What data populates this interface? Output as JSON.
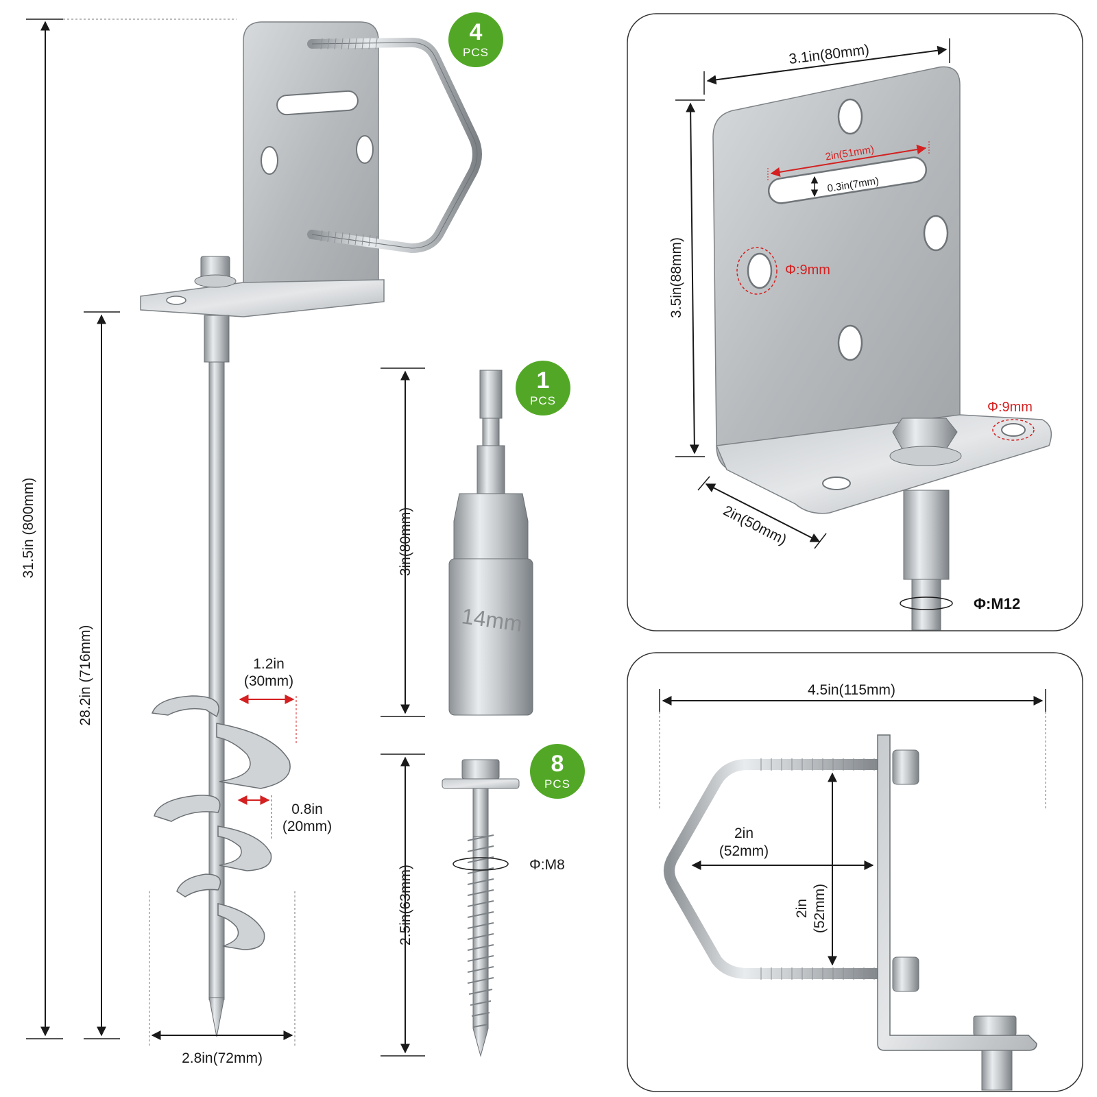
{
  "colors": {
    "badge_green": "#52a826",
    "accent_red": "#d42020",
    "steel": "#b9bec3"
  },
  "badges": {
    "bracket_qty": "4",
    "bracket_unit": "PCS",
    "socket_qty": "1",
    "socket_unit": "PCS",
    "screw_qty": "8",
    "screw_unit": "PCS"
  },
  "dimensions": {
    "total_height": "31.5in (800mm)",
    "stake_height": "28.2in (716mm)",
    "helix_width": "2.8in(72mm)",
    "helix_outer_1": "1.2in",
    "helix_outer_2": "(30mm)",
    "helix_inner_1": "0.8in",
    "helix_inner_2": "(20mm)",
    "socket_length": "3in(80mm)",
    "socket_size": "14mm",
    "screw_length": "2.5in(63mm)",
    "screw_diameter": "Φ:M8"
  },
  "bracket_detail": {
    "width": "3.1in(80mm)",
    "height": "3.5in(88mm)",
    "depth": "2in(50mm)",
    "slot_length": "2in(51mm)",
    "slot_width": "0.3in(7mm)",
    "hole_diameter_side": "Φ:9mm",
    "hole_diameter_base": "Φ:9mm",
    "rod_diameter": "Φ:M12"
  },
  "ubolt_detail": {
    "total_width": "4.5in(115mm)",
    "inner_width_1": "2in",
    "inner_width_2": "(52mm)",
    "inner_height_1": "2in",
    "inner_height_2": "(52mm)"
  }
}
